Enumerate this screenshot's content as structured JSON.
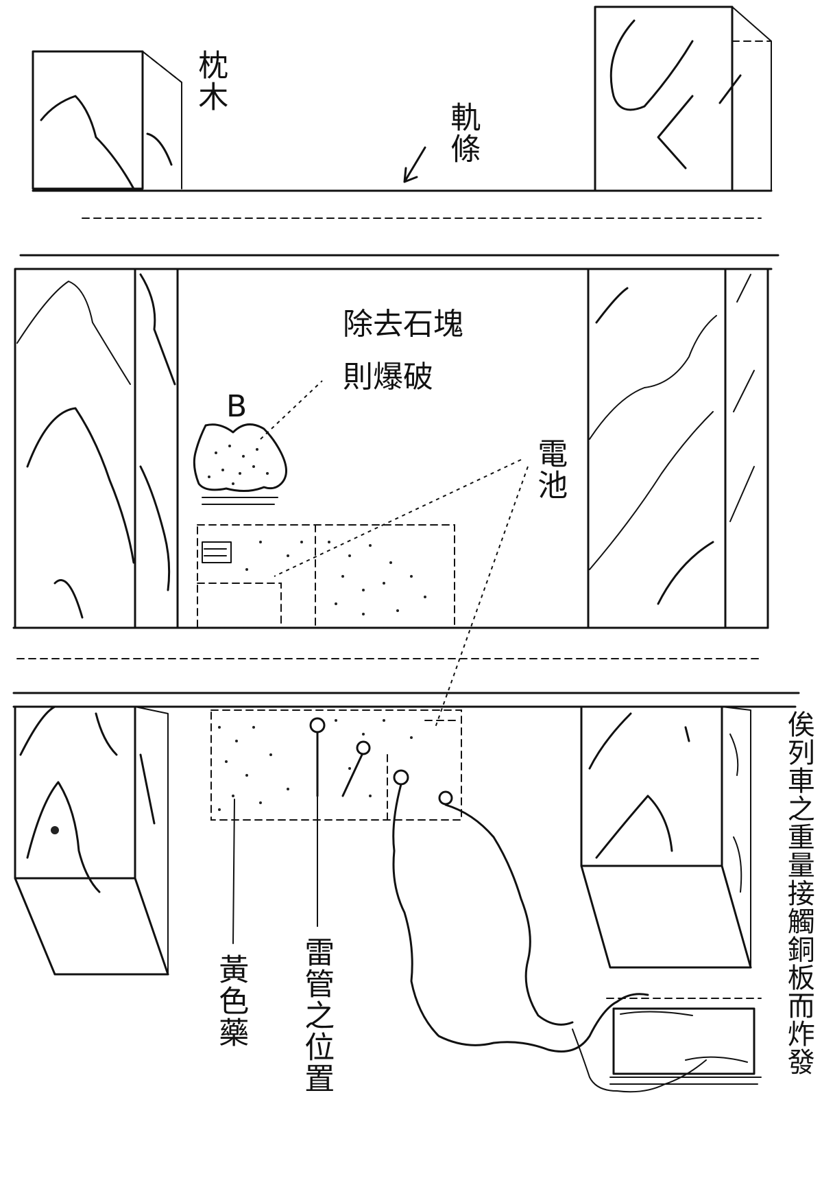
{
  "labels": {
    "sleeper": "枕木",
    "rail": "軌條",
    "remove_rock": "除去石塊",
    "then_blast": "則爆破",
    "b_marker": "B",
    "battery": "電池",
    "yellow_explosive": "黃色藥",
    "detonator_position": "雷管之位置",
    "side_note": "俟列車之重量接觸銅板而炸發"
  }
}
